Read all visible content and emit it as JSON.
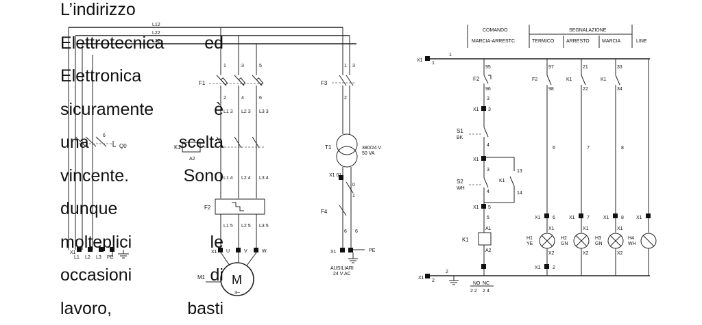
{
  "paragraph": {
    "lines": [
      [
        "L’indirizzo"
      ],
      [
        "Elettrotecnica",
        "ed"
      ],
      [
        "Elettronica"
      ],
      [
        "sicuramente",
        "è"
      ],
      [
        "una",
        "scelta"
      ],
      [
        "vincente.",
        "Sono"
      ],
      [
        "dunque"
      ],
      [
        "molteplici",
        "le"
      ],
      [
        "occasioni",
        "di"
      ],
      [
        "lavoro,",
        "basti"
      ]
    ]
  },
  "power_circuit": {
    "bus": [
      "L12",
      "L22",
      "L32"
    ],
    "terminals": [
      "L1",
      "L2",
      "L3",
      "PE"
    ],
    "terminal_block": "X1",
    "switch": "Q0",
    "fuses": "F1",
    "contactor": "K1",
    "coil_terminal": "A2",
    "thermal_relay": "F2",
    "motor_terminals": [
      "U",
      "V",
      "W"
    ],
    "motor_label": "M1",
    "motor_symbol": "M",
    "motor_sub": "3~",
    "pins": [
      "1",
      "3",
      "5",
      "2",
      "4",
      "6"
    ],
    "stack_pins": [
      "L1 3",
      "L2 3",
      "L3 3",
      "L1 4",
      "L2 4",
      "L3 4",
      "L1 5",
      "L2 5",
      "L3 5"
    ]
  },
  "aux_circuit": {
    "fuses": "F3",
    "transformer": "T1",
    "rating_line1": "380/24 V",
    "rating_line2": "50 VA",
    "terminal_x01": "X1 01",
    "fuse_f4": "F4",
    "pe": "PE",
    "label_line1": "AUSILIARI",
    "label_line2": "24 V AC",
    "pins": [
      "1",
      "2",
      "0",
      "1",
      "6"
    ]
  },
  "control_circuit": {
    "headers": {
      "comando_title": "COMANDO",
      "comando_sub": "MARCIA-ARRESTC",
      "segnalazione_title": "SEGNALAZIONE",
      "columns": [
        "TERMICO",
        "ARRESTO",
        "MARCIA",
        "LINE"
      ]
    },
    "rails": [
      "X1",
      "X1"
    ],
    "rail_numbers": [
      "1",
      "2"
    ],
    "wire_numbers": [
      "1",
      "2"
    ],
    "devices": {
      "f2": "F2",
      "s1": "S1",
      "s1_color": "BK",
      "s2": "S2",
      "s2_color": "WH",
      "k1": "K1",
      "coil_a1": "A1",
      "coil_a2": "A2"
    },
    "contacts": [
      "95",
      "96",
      "97",
      "98",
      "21",
      "22",
      "33",
      "34",
      "13",
      "14"
    ],
    "wire_labels": [
      "3",
      "4",
      "5",
      "6",
      "7",
      "8"
    ],
    "lamps": [
      {
        "name": "H1",
        "color": "YE"
      },
      {
        "name": "H2",
        "color": "GN"
      },
      {
        "name": "H3",
        "color": "GN"
      },
      {
        "name": "H4",
        "color": "WH"
      }
    ],
    "lamp_terminal_x1": "X1",
    "lamp_terminal_x2": "X2",
    "footer": [
      "NO",
      "NC",
      "2 2",
      "2 4"
    ]
  }
}
